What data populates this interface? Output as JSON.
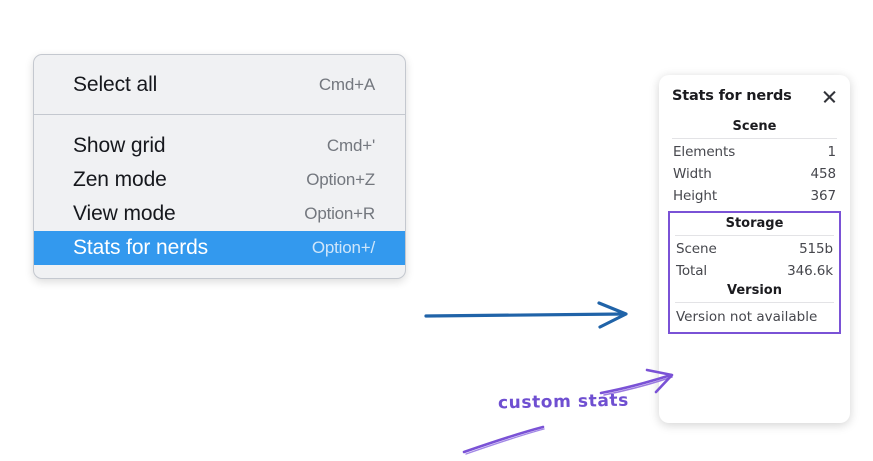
{
  "context_menu": {
    "name": "canvas-context-menu",
    "groups": [
      {
        "items": [
          {
            "label": "Select all",
            "shortcut": "Cmd+A",
            "selected": false
          }
        ]
      },
      {
        "items": [
          {
            "label": "Show grid",
            "shortcut": "Cmd+'",
            "selected": false
          },
          {
            "label": "Zen mode",
            "shortcut": "Option+Z",
            "selected": false
          },
          {
            "label": "View mode",
            "shortcut": "Option+R",
            "selected": false
          },
          {
            "label": "Stats for nerds",
            "shortcut": "Option+/",
            "selected": true
          }
        ]
      }
    ],
    "highlight_color": "#3399ee"
  },
  "stats_panel": {
    "title": "Stats for nerds",
    "close_icon": "close-icon",
    "scene": {
      "heading": "Scene",
      "rows": [
        {
          "key": "Elements",
          "value": "1"
        },
        {
          "key": "Width",
          "value": "458"
        },
        {
          "key": "Height",
          "value": "367"
        }
      ]
    },
    "custom": {
      "storage": {
        "heading": "Storage",
        "rows": [
          {
            "key": "Scene",
            "value": "515b"
          },
          {
            "key": "Total",
            "value": "346.6k"
          }
        ]
      },
      "version": {
        "heading": "Version",
        "text": "Version not available"
      },
      "outline_color": "#7a52d6"
    }
  },
  "annotations": {
    "blue_arrow": {
      "name": "menu-to-panel-arrow",
      "color": "#2063a8"
    },
    "purple_label": {
      "text": "custom stats",
      "color": "#6f4fd1"
    },
    "purple_arrow": {
      "name": "custom-stats-pointer-arrow",
      "color": "#7a52d6"
    },
    "purple_underline": {
      "name": "custom-stats-underline-stroke",
      "color": "#7a52d6"
    }
  }
}
